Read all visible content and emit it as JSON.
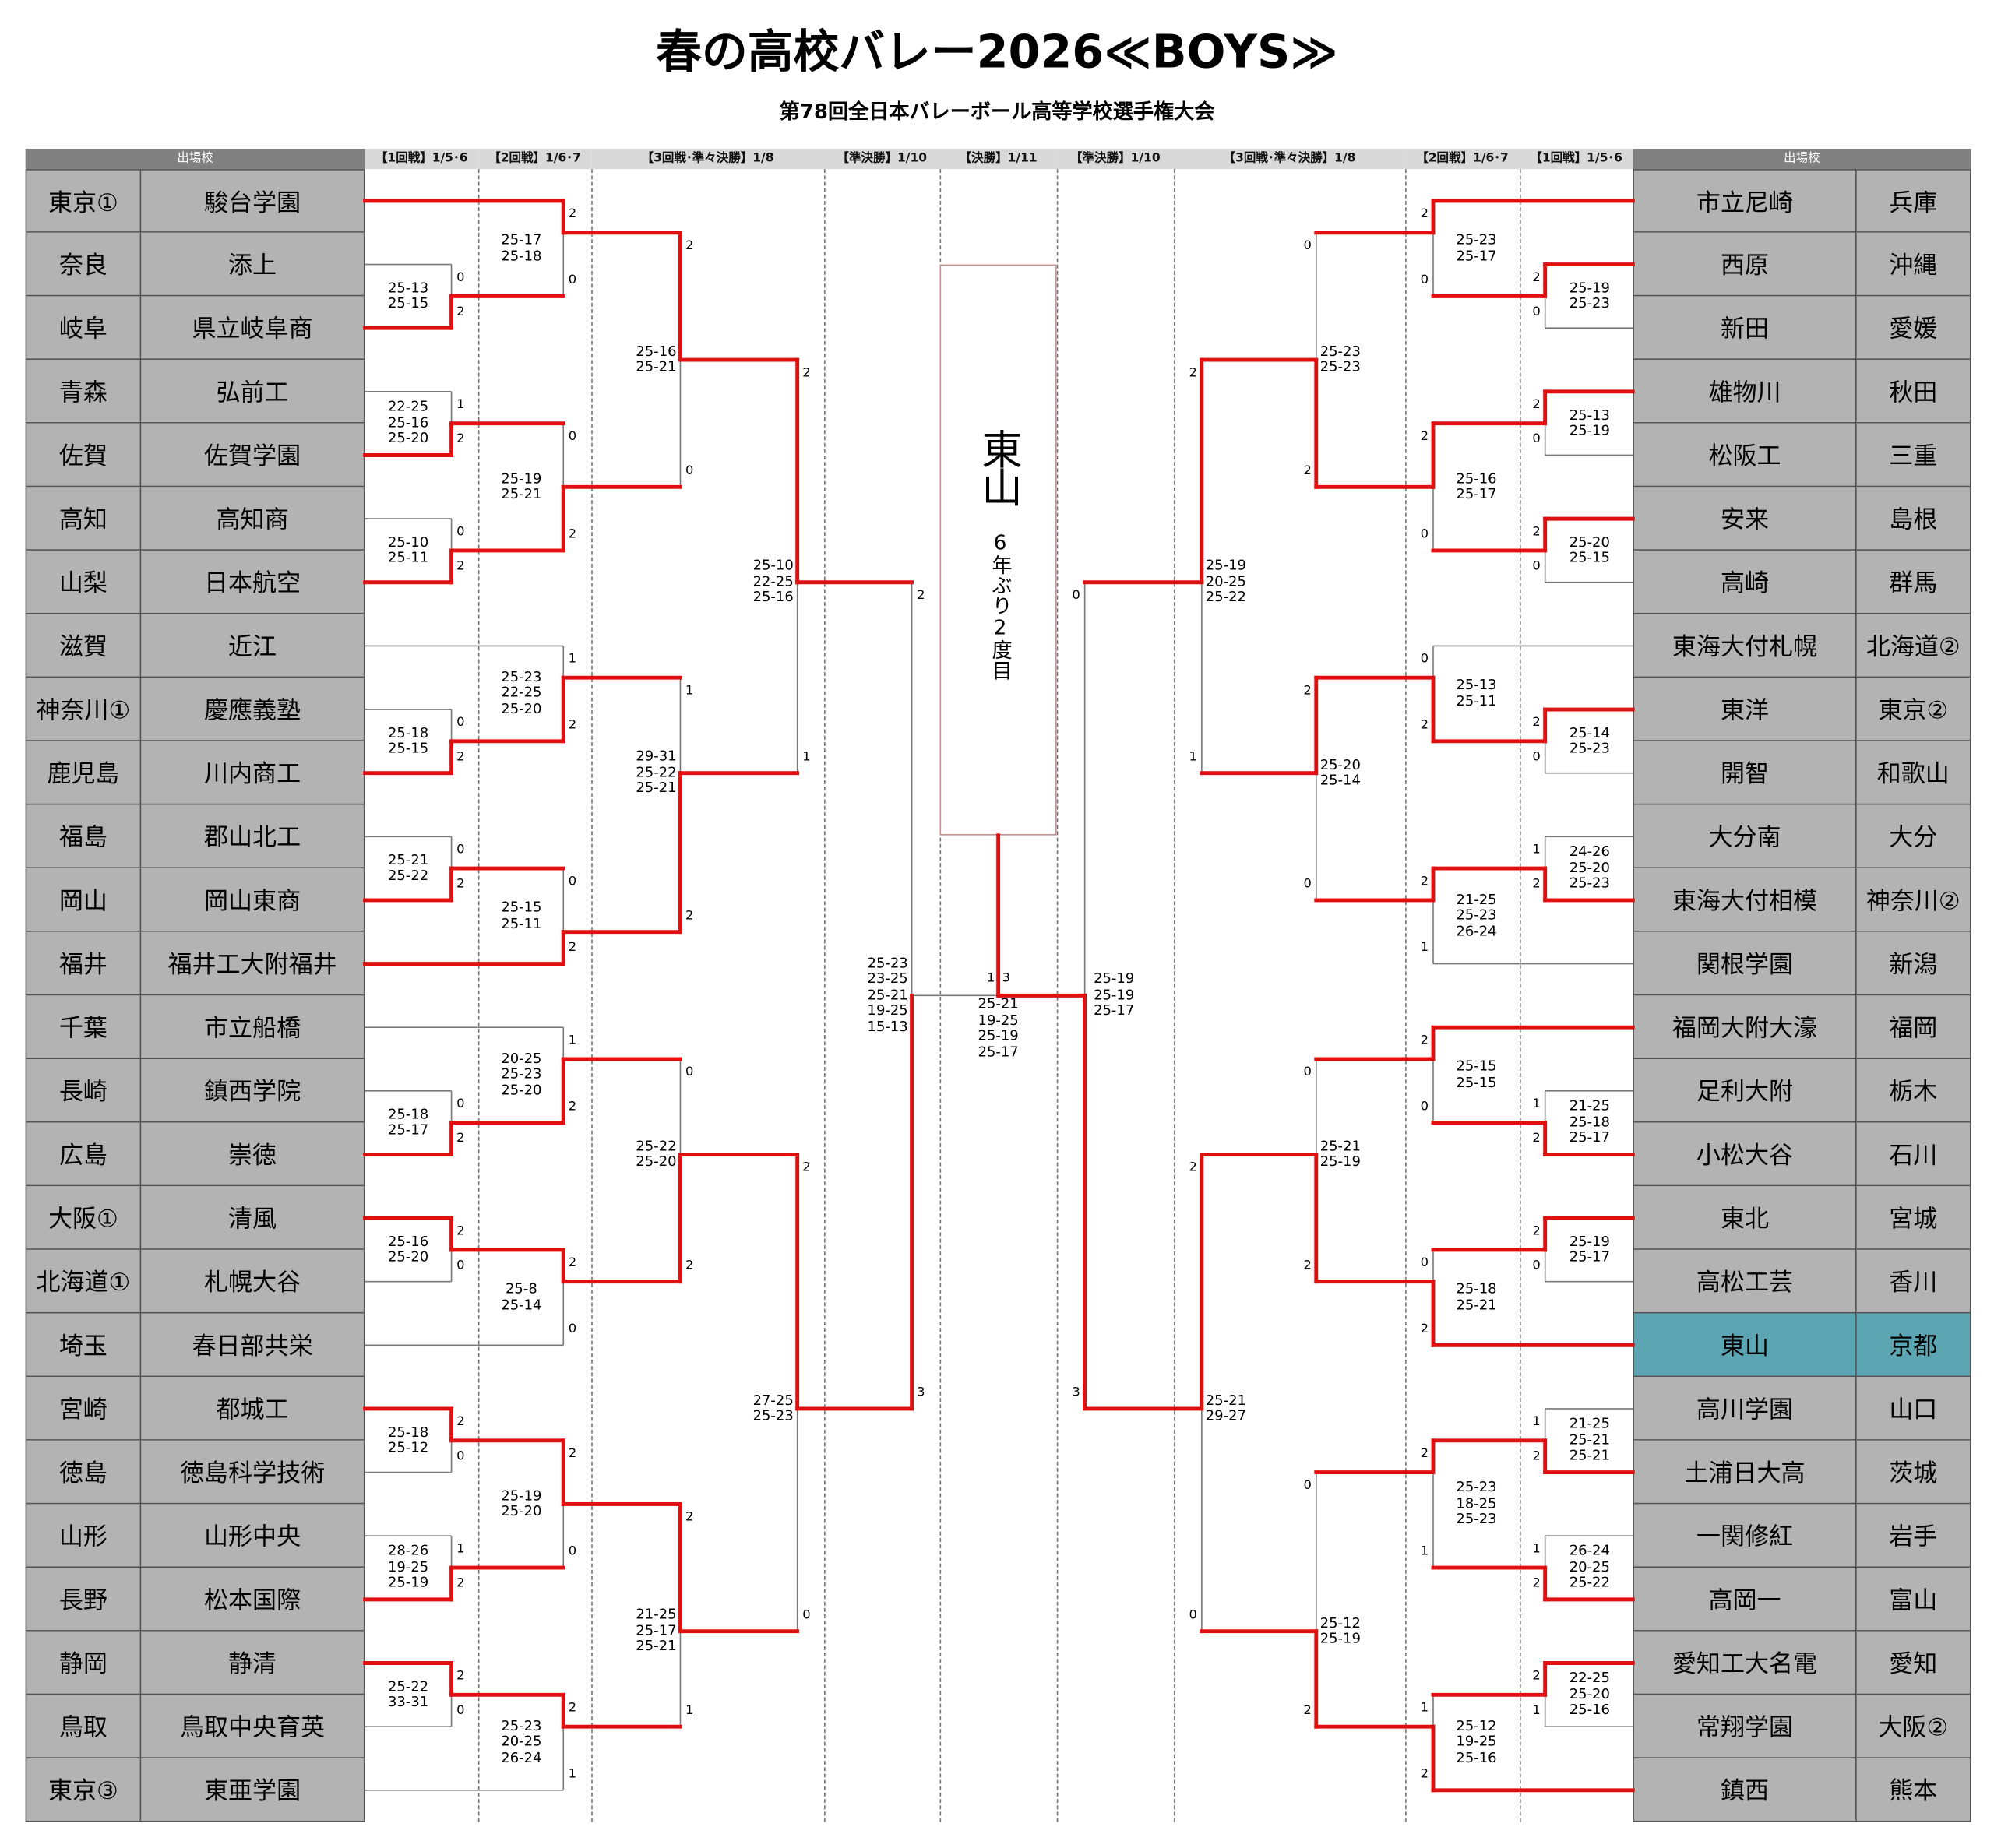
{
  "title": "春の高校バレー2026≪BOYS≫",
  "subtitle": "第78回全日本バレーボール高等学校選手権大会",
  "headers": {
    "side": "出場校",
    "rounds": [
      "【1回戦】1/5･6",
      "【2回戦】1/6･7",
      "【3回戦･準々決勝】1/8",
      "【準決勝】1/10",
      "【決勝】1/11",
      "【準決勝】1/10",
      "【3回戦･準々決勝】1/8",
      "【2回戦】1/6･7",
      "【1回戦】1/5･6"
    ]
  },
  "colors": {
    "winner_line": "#e01010",
    "highlight": "#5ca5b3",
    "cell": "#b3b3b3"
  },
  "left_teams": [
    {
      "pref": "東京①",
      "school": "駿台学園"
    },
    {
      "pref": "奈良",
      "school": "添上"
    },
    {
      "pref": "岐阜",
      "school": "県立岐阜商"
    },
    {
      "pref": "青森",
      "school": "弘前工"
    },
    {
      "pref": "佐賀",
      "school": "佐賀学園"
    },
    {
      "pref": "高知",
      "school": "高知商"
    },
    {
      "pref": "山梨",
      "school": "日本航空"
    },
    {
      "pref": "滋賀",
      "school": "近江"
    },
    {
      "pref": "神奈川①",
      "school": "慶應義塾"
    },
    {
      "pref": "鹿児島",
      "school": "川内商工"
    },
    {
      "pref": "福島",
      "school": "郡山北工"
    },
    {
      "pref": "岡山",
      "school": "岡山東商"
    },
    {
      "pref": "福井",
      "school": "福井工大附福井"
    },
    {
      "pref": "千葉",
      "school": "市立船橋"
    },
    {
      "pref": "長崎",
      "school": "鎮西学院"
    },
    {
      "pref": "広島",
      "school": "崇徳"
    },
    {
      "pref": "大阪①",
      "school": "清風"
    },
    {
      "pref": "北海道①",
      "school": "札幌大谷"
    },
    {
      "pref": "埼玉",
      "school": "春日部共栄"
    },
    {
      "pref": "宮崎",
      "school": "都城工"
    },
    {
      "pref": "徳島",
      "school": "徳島科学技術"
    },
    {
      "pref": "山形",
      "school": "山形中央"
    },
    {
      "pref": "長野",
      "school": "松本国際"
    },
    {
      "pref": "静岡",
      "school": "静清"
    },
    {
      "pref": "鳥取",
      "school": "鳥取中央育英"
    },
    {
      "pref": "東京③",
      "school": "東亜学園"
    }
  ],
  "right_teams": [
    {
      "school": "市立尼崎",
      "pref": "兵庫"
    },
    {
      "school": "西原",
      "pref": "沖縄"
    },
    {
      "school": "新田",
      "pref": "愛媛"
    },
    {
      "school": "雄物川",
      "pref": "秋田"
    },
    {
      "school": "松阪工",
      "pref": "三重"
    },
    {
      "school": "安来",
      "pref": "島根"
    },
    {
      "school": "高崎",
      "pref": "群馬"
    },
    {
      "school": "東海大付札幌",
      "pref": "北海道②"
    },
    {
      "school": "東洋",
      "pref": "東京②"
    },
    {
      "school": "開智",
      "pref": "和歌山"
    },
    {
      "school": "大分南",
      "pref": "大分"
    },
    {
      "school": "東海大付相模",
      "pref": "神奈川②"
    },
    {
      "school": "関根学園",
      "pref": "新潟"
    },
    {
      "school": "福岡大附大濠",
      "pref": "福岡"
    },
    {
      "school": "足利大附",
      "pref": "栃木"
    },
    {
      "school": "小松大谷",
      "pref": "石川"
    },
    {
      "school": "東北",
      "pref": "宮城"
    },
    {
      "school": "高松工芸",
      "pref": "香川"
    },
    {
      "school": "東山",
      "pref": "京都",
      "highlight": true
    },
    {
      "school": "高川学園",
      "pref": "山口"
    },
    {
      "school": "土浦日大高",
      "pref": "茨城"
    },
    {
      "school": "一関修紅",
      "pref": "岩手"
    },
    {
      "school": "高岡一",
      "pref": "富山"
    },
    {
      "school": "愛知工大名電",
      "pref": "愛知"
    },
    {
      "school": "常翔学園",
      "pref": "大阪②"
    },
    {
      "school": "鎮西",
      "pref": "熊本"
    }
  ],
  "matches": {
    "L_R1_1": {
      "top": "0",
      "bottom": "2",
      "sets": [
        "25-13",
        "25-15"
      ]
    },
    "L_R1_2": {
      "top": "1",
      "bottom": "2",
      "sets": [
        "22-25",
        "25-16",
        "25-20"
      ]
    },
    "L_R1_3": {
      "top": "0",
      "bottom": "2",
      "sets": [
        "25-10",
        "25-11"
      ]
    },
    "L_R1_4": {
      "top": "0",
      "bottom": "2",
      "sets": [
        "25-18",
        "25-15"
      ]
    },
    "L_R1_5": {
      "top": "0",
      "bottom": "2",
      "sets": [
        "25-21",
        "25-22"
      ]
    },
    "L_R1_6": {
      "top": "0",
      "bottom": "2",
      "sets": [
        "25-18",
        "25-17"
      ]
    },
    "L_R1_7": {
      "top": "2",
      "bottom": "0",
      "sets": [
        "25-16",
        "25-20"
      ]
    },
    "L_R1_8": {
      "top": "2",
      "bottom": "0",
      "sets": [
        "25-18",
        "25-12"
      ]
    },
    "L_R1_9": {
      "top": "1",
      "bottom": "2",
      "sets": [
        "28-26",
        "19-25",
        "25-19"
      ]
    },
    "L_R1_10": {
      "top": "2",
      "bottom": "0",
      "sets": [
        "25-22",
        "33-31"
      ]
    },
    "L_R2_1": {
      "top": "2",
      "bottom": "0",
      "sets": [
        "25-17",
        "25-18"
      ]
    },
    "L_R2_2": {
      "top": "0",
      "bottom": "2",
      "sets": [
        "25-19",
        "25-21"
      ]
    },
    "L_R2_3": {
      "top": "1",
      "bottom": "2",
      "sets": [
        "25-23",
        "22-25",
        "25-20"
      ]
    },
    "L_R2_4": {
      "top": "0",
      "bottom": "2",
      "sets": [
        "25-15",
        "25-11"
      ]
    },
    "L_R2_5": {
      "top": "1",
      "bottom": "2",
      "sets": [
        "20-25",
        "25-23",
        "25-20"
      ]
    },
    "L_R2_6": {
      "top": "2",
      "bottom": "0",
      "sets": [
        "25-8",
        "25-14"
      ]
    },
    "L_R2_7": {
      "top": "2",
      "bottom": "0",
      "sets": [
        "25-19",
        "25-20"
      ]
    },
    "L_R2_8": {
      "top": "2",
      "bottom": "1",
      "sets": [
        "25-23",
        "20-25",
        "26-24"
      ]
    },
    "L_R3_1": {
      "top": "2",
      "bottom": "0",
      "sets": [
        "25-16",
        "25-21"
      ]
    },
    "L_R3_2": {
      "top": "1",
      "bottom": "2",
      "sets": [
        "29-31",
        "25-22",
        "25-21"
      ]
    },
    "L_R3_3": {
      "top": "0",
      "bottom": "2",
      "sets": [
        "25-22",
        "25-20"
      ]
    },
    "L_R3_4": {
      "top": "2",
      "bottom": "1",
      "sets": [
        "21-25",
        "25-17",
        "25-21"
      ]
    },
    "L_QF_1": {
      "top": "2",
      "bottom": "1",
      "sets": [
        "25-10",
        "22-25",
        "25-16"
      ]
    },
    "L_QF_2": {
      "top": "2",
      "bottom": "0",
      "sets": [
        "27-25",
        "25-23"
      ]
    },
    "L_SF": {
      "top": "2",
      "bottom": "3",
      "sets": [
        "25-23",
        "23-25",
        "25-21",
        "19-25",
        "15-13"
      ]
    },
    "R_R1_1": {
      "top": "2",
      "bottom": "0",
      "sets": [
        "25-19",
        "25-23"
      ]
    },
    "R_R1_2": {
      "top": "2",
      "bottom": "0",
      "sets": [
        "25-13",
        "25-19"
      ]
    },
    "R_R1_3": {
      "top": "2",
      "bottom": "0",
      "sets": [
        "25-20",
        "25-15"
      ]
    },
    "R_R1_4": {
      "top": "2",
      "bottom": "0",
      "sets": [
        "25-14",
        "25-23"
      ]
    },
    "R_R1_5": {
      "top": "1",
      "bottom": "2",
      "sets": [
        "24-26",
        "25-20",
        "25-23"
      ]
    },
    "R_R1_6": {
      "top": "1",
      "bottom": "2",
      "sets": [
        "21-25",
        "25-18",
        "25-17"
      ]
    },
    "R_R1_7": {
      "top": "2",
      "bottom": "0",
      "sets": [
        "25-19",
        "25-17"
      ]
    },
    "R_R1_8": {
      "top": "1",
      "bottom": "2",
      "sets": [
        "21-25",
        "25-21",
        "25-21"
      ]
    },
    "R_R1_9": {
      "top": "1",
      "bottom": "2",
      "sets": [
        "26-24",
        "20-25",
        "25-22"
      ]
    },
    "R_R1_10": {
      "top": "2",
      "bottom": "1",
      "sets": [
        "22-25",
        "25-20",
        "25-16"
      ]
    },
    "R_R2_1": {
      "top": "2",
      "bottom": "0",
      "sets": [
        "25-23",
        "25-17"
      ]
    },
    "R_R2_2": {
      "top": "2",
      "bottom": "0",
      "sets": [
        "25-16",
        "25-17"
      ]
    },
    "R_R2_3": {
      "top": "0",
      "bottom": "2",
      "sets": [
        "25-13",
        "25-11"
      ]
    },
    "R_R2_4": {
      "top": "2",
      "bottom": "1",
      "sets": [
        "21-25",
        "25-23",
        "26-24"
      ]
    },
    "R_R2_5": {
      "top": "2",
      "bottom": "0",
      "sets": [
        "25-15",
        "25-15"
      ]
    },
    "R_R2_6": {
      "top": "0",
      "bottom": "2",
      "sets": [
        "25-18",
        "25-21"
      ]
    },
    "R_R2_7": {
      "top": "2",
      "bottom": "1",
      "sets": [
        "25-23",
        "18-25",
        "25-23"
      ]
    },
    "R_R2_8": {
      "top": "1",
      "bottom": "2",
      "sets": [
        "25-12",
        "19-25",
        "25-16"
      ]
    },
    "R_R3_1": {
      "top": "0",
      "bottom": "2",
      "sets": [
        "25-23",
        "25-23"
      ]
    },
    "R_R3_2": {
      "top": "2",
      "bottom": "0",
      "sets": [
        "25-20",
        "25-14"
      ]
    },
    "R_R3_3": {
      "top": "0",
      "bottom": "2",
      "sets": [
        "25-21",
        "25-19"
      ]
    },
    "R_R3_4": {
      "top": "0",
      "bottom": "2",
      "sets": [
        "25-12",
        "25-19"
      ]
    },
    "R_QF_1": {
      "top": "2",
      "bottom": "1",
      "sets": [
        "25-19",
        "20-25",
        "25-22"
      ]
    },
    "R_QF_2": {
      "top": "2",
      "bottom": "0",
      "sets": [
        "25-21",
        "29-27"
      ]
    },
    "R_SF": {
      "top": "0",
      "bottom": "3",
      "sets": [
        "25-19",
        "25-19",
        "25-17"
      ]
    }
  },
  "final": {
    "left_score": "1",
    "right_score": "3",
    "sets": [
      "25-21",
      "19-25",
      "25-19",
      "25-17"
    ]
  },
  "champion": {
    "name": "東山",
    "note": "6年ぶり2度目"
  }
}
